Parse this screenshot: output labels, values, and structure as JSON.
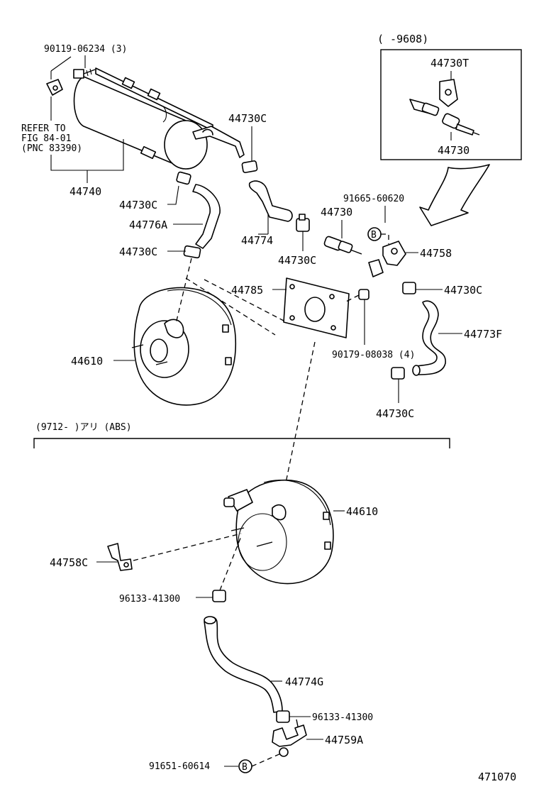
{
  "inset": {
    "header": "(      -9608)",
    "part_upper": "44730T",
    "part_lower": "44730"
  },
  "section": {
    "header": "(9712-       )アリ (ABS)"
  },
  "labels": {
    "bolt_90119": "90119-06234 (3)",
    "refer_line1": "REFER TO",
    "refer_line2": "FIG 84-01",
    "refer_line3": "(PNC 83390)",
    "tank_44740": "44740",
    "clamp_upper_left": "44730C",
    "hose_44776A": "44776A",
    "clamp_lower_left": "44730C",
    "clamp_top_mid": "44730C",
    "hose_44774": "44774",
    "clamp_mid": "44730C",
    "valve_44730": "44730",
    "screw_91665": "91665-60620",
    "bracket_44758": "44758",
    "clamp_right_upper": "44730C",
    "gasket_44785": "44785",
    "hose_44773F": "44773F",
    "nut_90179": "90179-08038 (4)",
    "clamp_right_lower": "44730C",
    "booster_upper": "44610",
    "booster_lower": "44610",
    "bracket_44758C": "44758C",
    "clip_upper": "96133-41300",
    "hose_44774G": "44774G",
    "clip_lower": "96133-41300",
    "pipe_44759A": "44759A",
    "screw_91651": "91651-60614",
    "ref_marker_b": "B",
    "ref_marker_b2": "B",
    "diagram_number": "471070"
  }
}
